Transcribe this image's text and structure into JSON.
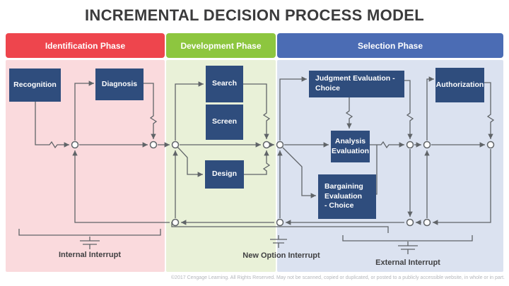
{
  "title": "INCREMENTAL DECISION PROCESS MODEL",
  "phases": [
    {
      "label": "Identification Phase",
      "header_color": "#ee454d",
      "body_color": "#fadadd"
    },
    {
      "label": "Development Phase",
      "header_color": "#8dc63f",
      "body_color": "#e9f1d8"
    },
    {
      "label": "Selection Phase",
      "header_color": "#4b6cb4",
      "body_color": "#dbe2f0"
    }
  ],
  "boxes": {
    "recognition": {
      "label": "Recognition"
    },
    "diagnosis": {
      "label": "Diagnosis"
    },
    "search": {
      "label": "Search"
    },
    "screen": {
      "label": "Screen"
    },
    "design": {
      "label": "Design"
    },
    "judgment": {
      "label": "Judgment Evaluation -\nChoice"
    },
    "analysis": {
      "label": "Analysis\nEvaluation"
    },
    "bargaining": {
      "label": "Bargaining\nEvaluation\n- Choice"
    },
    "authorization": {
      "label": "Authorization"
    }
  },
  "interrupts": {
    "internal": "Internal Interrupt",
    "new_option": "New Option Interrupt",
    "external": "External Interrupt"
  },
  "footer": "©2017 Cengage Learning. All Rights Reserved. May not be scanned, copied or duplicated, or posted to a publicly accessible website, in whole or in part.",
  "colors": {
    "box_fill": "#2f4d7d",
    "box_text": "#ffffff",
    "connector": "#606468",
    "title_text": "#3b3b3c",
    "label_text": "#404042",
    "footer_text": "#b4b7bc"
  }
}
